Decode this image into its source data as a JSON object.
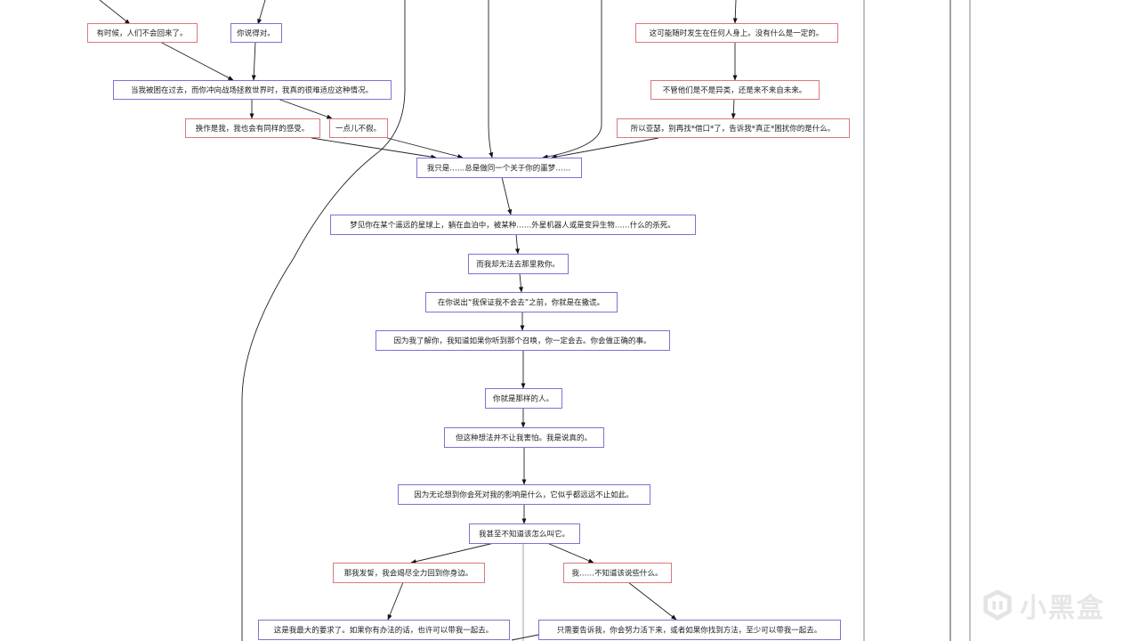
{
  "diagram": {
    "title": "Dialogue branching flowchart",
    "colors": {
      "red_border": "#d9797f",
      "blue_border": "#7a74d2",
      "edge": "#222222",
      "background": "#ffffff"
    },
    "nodes": [
      {
        "id": "n1",
        "type": "red",
        "text": "有时候，人们不会回来了。"
      },
      {
        "id": "n2",
        "type": "blue",
        "text": "你说得对。"
      },
      {
        "id": "n3",
        "type": "blue",
        "text": "当我被困在过去，而你冲向战场拯救世界时，我真的很难适应这种情况。"
      },
      {
        "id": "n4",
        "type": "red",
        "text": "换作是我，我也会有同样的感受。"
      },
      {
        "id": "n5",
        "type": "red",
        "text": "一点儿不假。"
      },
      {
        "id": "n6",
        "type": "red",
        "text": "这可能随时发生在任何人身上。没有什么是一定的。"
      },
      {
        "id": "n7",
        "type": "red",
        "text": "不管他们是不是异类，还是来不来自未来。"
      },
      {
        "id": "n8",
        "type": "red",
        "text": "所以亚瑟，别再找*借口*了，告诉我*真正*困扰你的是什么。"
      },
      {
        "id": "n9",
        "type": "blue",
        "text": "我只是……总是做同一个关于你的噩梦……"
      },
      {
        "id": "n10",
        "type": "blue",
        "text": "梦见你在某个遥远的星球上，躺在血泊中，被某种……外星机器人或是变异生物……什么的杀死。"
      },
      {
        "id": "n11",
        "type": "blue",
        "text": "而我却无法去那里救你。"
      },
      {
        "id": "n12",
        "type": "blue",
        "text": "在你说出“我保证我不会去”之前，你就是在撒谎。"
      },
      {
        "id": "n13",
        "type": "blue",
        "text": "因为我了解你，我知道如果你听到那个召唤，你一定会去。你会做正确的事。"
      },
      {
        "id": "n14",
        "type": "blue",
        "text": "你就是那样的人。"
      },
      {
        "id": "n15",
        "type": "blue",
        "text": "但这种想法并不让我害怕。我是说真的。"
      },
      {
        "id": "n16",
        "type": "blue",
        "text": "因为无论想到你会死对我的影响是什么，它似乎都远远不止如此。"
      },
      {
        "id": "n17",
        "type": "blue",
        "text": "我甚至不知道该怎么叫它。"
      },
      {
        "id": "n18",
        "type": "red",
        "text": "那我发誓，我会竭尽全力回到你身边。"
      },
      {
        "id": "n19",
        "type": "red",
        "text": "我……不知道该说些什么。"
      },
      {
        "id": "n20",
        "type": "blue",
        "text": "这是我最大的要求了。如果你有办法的话，也许可以带我一起去。"
      },
      {
        "id": "n21",
        "type": "blue",
        "text": "只需要告诉我，你会努力活下来，或者如果你找到方法，至少可以带我一起去。"
      }
    ],
    "edges": [
      [
        "top-left",
        "n1"
      ],
      [
        "top-mid",
        "n2"
      ],
      [
        "n1",
        "n3"
      ],
      [
        "n2",
        "n3"
      ],
      [
        "n3",
        "n4"
      ],
      [
        "n3",
        "n5"
      ],
      [
        "top-right",
        "n6"
      ],
      [
        "n6",
        "n7"
      ],
      [
        "n7",
        "n8"
      ],
      [
        "n4",
        "n9"
      ],
      [
        "n5",
        "n9"
      ],
      [
        "n8",
        "n9"
      ],
      [
        "offscreen-a",
        "n9"
      ],
      [
        "offscreen-b",
        "n9"
      ],
      [
        "n9",
        "n10"
      ],
      [
        "n10",
        "n11"
      ],
      [
        "n11",
        "n12"
      ],
      [
        "n12",
        "n13"
      ],
      [
        "n13",
        "n14"
      ],
      [
        "n14",
        "n15"
      ],
      [
        "n15",
        "n16"
      ],
      [
        "n16",
        "n17"
      ],
      [
        "n17",
        "n18"
      ],
      [
        "n17",
        "n19"
      ],
      [
        "n18",
        "n20"
      ],
      [
        "n19",
        "n21"
      ]
    ]
  },
  "watermark": {
    "text": "小黑盒",
    "icon": "heybox-logo-icon"
  }
}
